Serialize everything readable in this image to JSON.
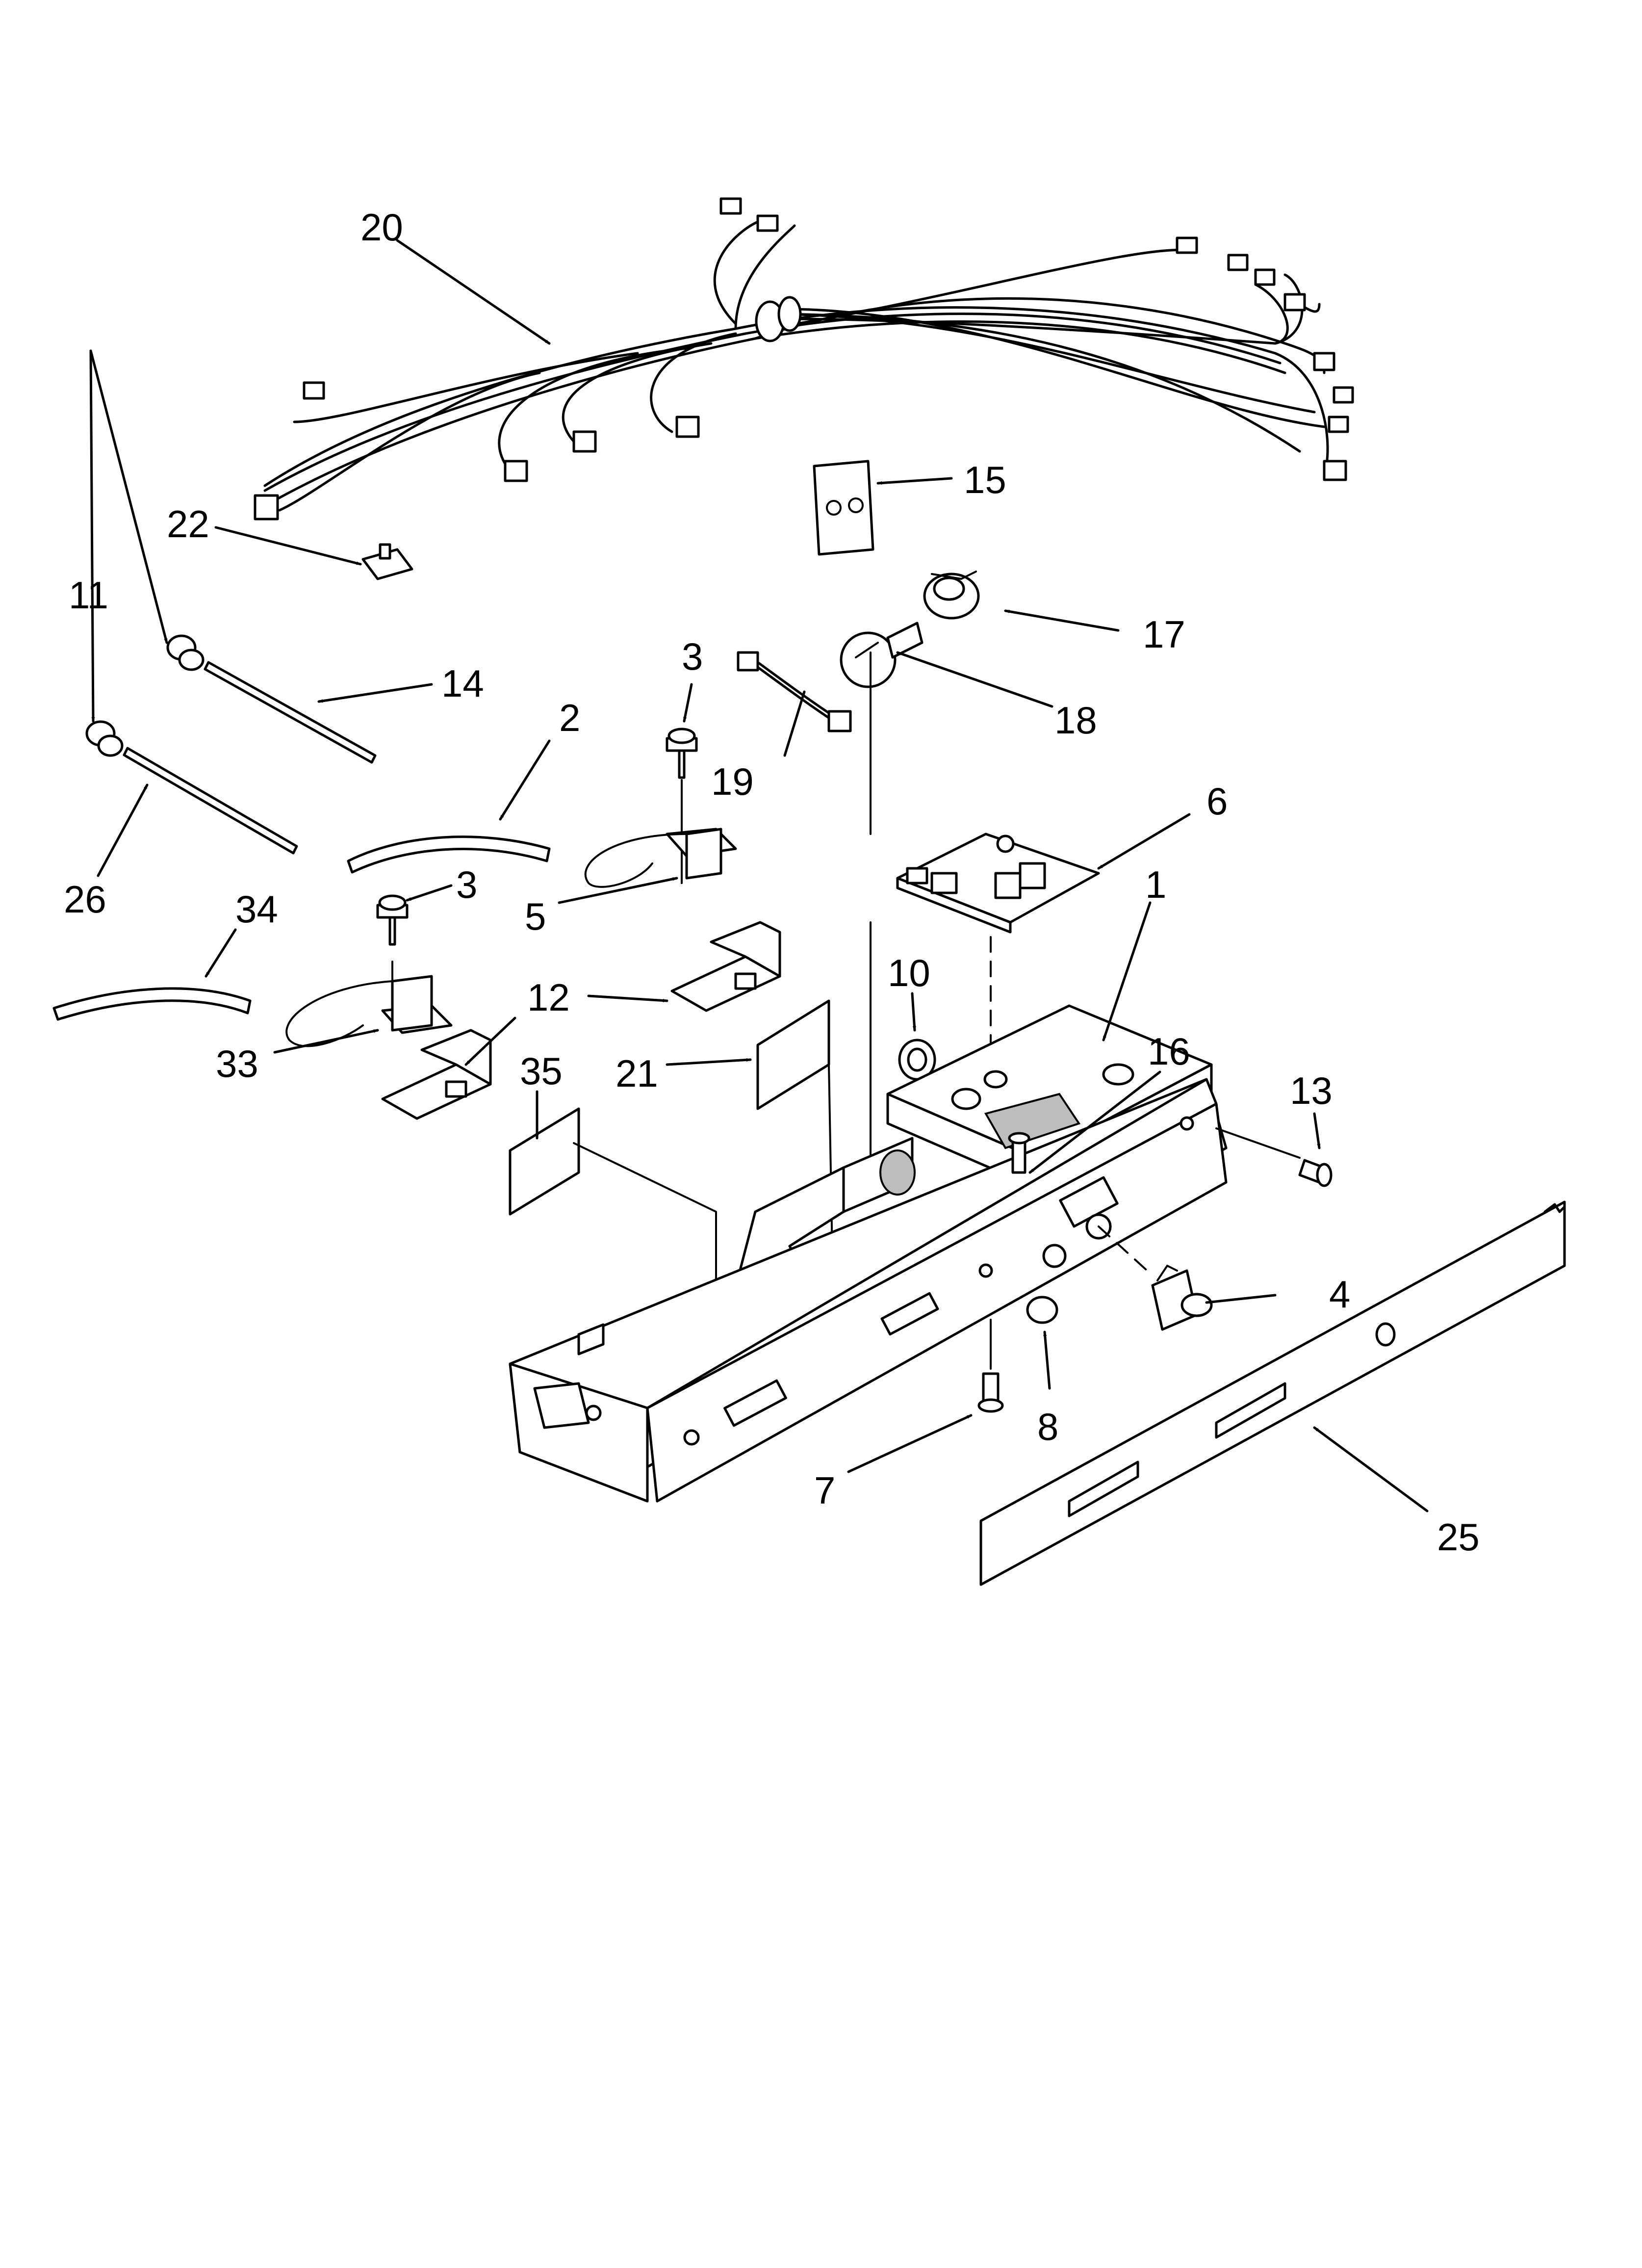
{
  "diagram": {
    "callouts": {
      "c1": "1",
      "c2": "2",
      "c3a": "3",
      "c3b": "3",
      "c4": "4",
      "c5": "5",
      "c6": "6",
      "c7": "7",
      "c8": "8",
      "c10": "10",
      "c11": "11",
      "c12": "12",
      "c13": "13",
      "c14": "14",
      "c15": "15",
      "c16": "16",
      "c17": "17",
      "c18": "18",
      "c19": "19",
      "c20": "20",
      "c21": "21",
      "c22": "22",
      "c25": "25",
      "c26": "26",
      "c33": "33",
      "c34": "34",
      "c35": "35"
    }
  }
}
